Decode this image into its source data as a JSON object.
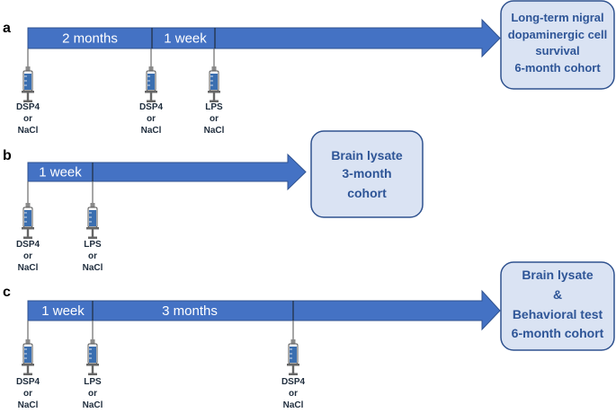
{
  "colors": {
    "arrow_fill": "#4472c4",
    "arrow_stroke": "#2f528f",
    "box_fill": "#dae3f3",
    "box_stroke": "#2f528f",
    "box_text": "#2e5597",
    "syringe_blue": "#3b6fb0",
    "syringe_outline": "#555555"
  },
  "panels": [
    {
      "letter": "a",
      "segments": [
        "2 months",
        "1 week"
      ],
      "injections": [
        {
          "lines": [
            "DSP4",
            "or",
            "NaCl"
          ]
        },
        {
          "lines": [
            "DSP4",
            "or",
            "NaCl"
          ]
        },
        {
          "lines": [
            "LPS",
            "or",
            "NaCl"
          ]
        }
      ],
      "outcome": [
        "Long-term nigral",
        "dopaminergic cell",
        "survival",
        "6-month cohort"
      ]
    },
    {
      "letter": "b",
      "segments": [
        "1 week"
      ],
      "injections": [
        {
          "lines": [
            "DSP4",
            "or",
            "NaCl"
          ]
        },
        {
          "lines": [
            "LPS",
            "or",
            "NaCl"
          ]
        }
      ],
      "outcome": [
        "Brain lysate",
        "3-month",
        "cohort"
      ]
    },
    {
      "letter": "c",
      "segments": [
        "1 week",
        "3 months"
      ],
      "injections": [
        {
          "lines": [
            "DSP4",
            "or",
            "NaCl"
          ]
        },
        {
          "lines": [
            "LPS",
            "or",
            "NaCl"
          ]
        },
        {
          "lines": [
            "DSP4",
            "or",
            "NaCl"
          ]
        }
      ],
      "outcome": [
        "Brain lysate",
        "&",
        "Behavioral test",
        "6-month cohort"
      ]
    }
  ]
}
